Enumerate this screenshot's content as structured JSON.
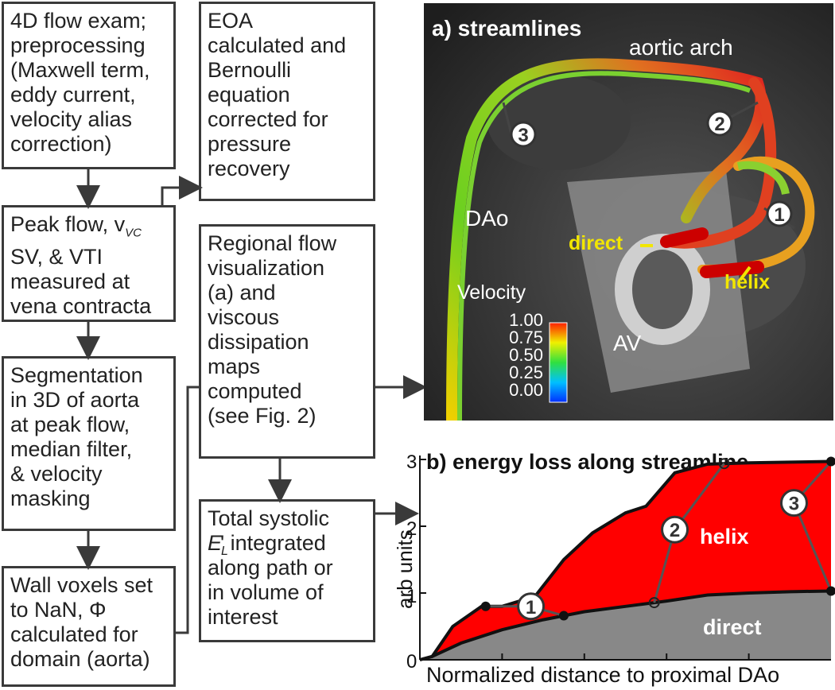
{
  "flow_boxes": [
    {
      "lines": [
        "4D flow exam;",
        "preprocessing",
        "(Maxwell term,",
        "eddy current,",
        "velocity alias",
        "correction)"
      ]
    },
    {
      "lines": [
        "Peak flow, v",
        "SV, & VTI",
        "measured at",
        "vena contracta"
      ],
      "sub": "VC"
    },
    {
      "lines": [
        "Segmentation",
        "in 3D of aorta",
        "at peak flow,",
        "median filter,",
        "& velocity",
        "masking"
      ]
    },
    {
      "lines": [
        "Wall voxels set",
        "to NaN, Φ",
        "calculated for",
        "domain (aorta)"
      ]
    },
    {
      "lines": [
        "EOA",
        "calculated and",
        "Bernoulli",
        "equation",
        "corrected for",
        "pressure",
        "recovery"
      ]
    },
    {
      "lines": [
        "Regional flow",
        "visualization",
        "(a) and",
        "viscous",
        "dissipation",
        "maps",
        "computed",
        "(see Fig. 2)"
      ]
    },
    {
      "lines": [
        "Total systolic",
        "E  ' integrated",
        "along path or",
        "in volume of",
        "interest"
      ],
      "sub": "L"
    }
  ],
  "panel_a": {
    "title": "a) streamlines",
    "labels": {
      "aortic_arch": "aortic arch",
      "dao": "DAo",
      "av": "AV",
      "direct": "direct",
      "helix": "helix"
    },
    "markers": [
      "1",
      "2",
      "3"
    ],
    "colorbar": {
      "title": "Velocity",
      "ticks": [
        "1.00",
        "0.75",
        "0.50",
        "0.25",
        "0.00"
      ]
    }
  },
  "chart_data": {
    "type": "area",
    "title": "b) energy loss along streamline",
    "xlabel": "Normalized distance to proximal DAo",
    "ylabel": "arb units",
    "ylim": [
      0,
      3
    ],
    "yticks": [
      "0",
      "1",
      "2",
      "3"
    ],
    "xlim": [
      0,
      1
    ],
    "grid": false,
    "series": [
      {
        "name": "direct",
        "color": "#888888",
        "x": [
          0,
          0.03,
          0.1,
          0.2,
          0.3,
          0.4,
          0.5,
          0.6,
          0.7,
          0.8,
          0.9,
          1.0
        ],
        "values": [
          0,
          0.05,
          0.25,
          0.45,
          0.6,
          0.72,
          0.8,
          0.88,
          0.97,
          1.0,
          1.02,
          1.03
        ]
      },
      {
        "name": "helix",
        "color": "#ff0000",
        "x": [
          0,
          0.03,
          0.08,
          0.15,
          0.2,
          0.28,
          0.35,
          0.42,
          0.5,
          0.55,
          0.62,
          0.7,
          0.8,
          0.9,
          1.0
        ],
        "values": [
          0,
          0.05,
          0.5,
          0.8,
          0.8,
          0.95,
          1.5,
          1.9,
          2.2,
          2.3,
          2.8,
          2.93,
          2.95,
          2.96,
          2.97
        ]
      }
    ],
    "markers": [
      {
        "label": "1",
        "x": 0.27,
        "y": 0.8
      },
      {
        "label": "2",
        "x": 0.62,
        "y": 1.95
      },
      {
        "label": "3",
        "x": 0.91,
        "y": 2.35
      }
    ]
  },
  "colors": {
    "helix": "#ff0000",
    "direct": "#888888",
    "label_yellow": "#f2e600",
    "border": "#3a3a3a"
  }
}
